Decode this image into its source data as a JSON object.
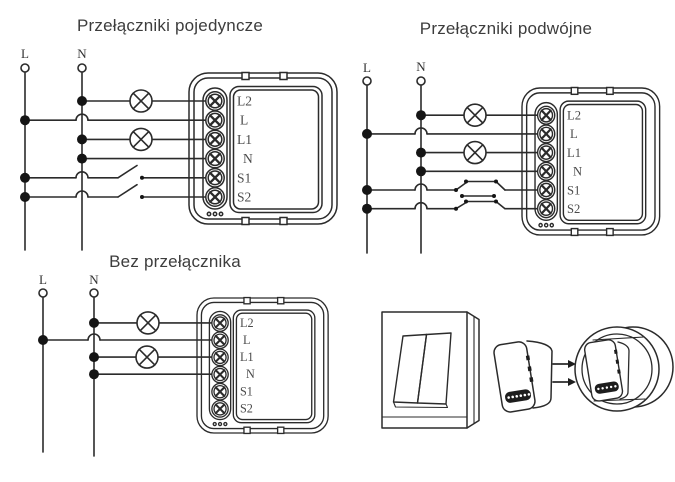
{
  "background": "#ffffff",
  "colors": {
    "line": "#2b2b2b",
    "junction_dot": "#151515",
    "title": "#3d3d3d",
    "terminal_label": "#4a4a4a",
    "bus_label": "#333333"
  },
  "diagrams": {
    "single_switches": {
      "title": "Przełączniki pojedyncze"
    },
    "double_switches": {
      "title": "Przełączniki podwójne"
    },
    "no_switch": {
      "title": "Bez przełącznika"
    }
  },
  "bus_labels": {
    "live": "L",
    "neutral": "N"
  },
  "module": {
    "terminals": [
      "L2",
      "L",
      "L1",
      "N",
      "S1",
      "S2"
    ]
  },
  "illustration": {
    "components": [
      "double-rocker-wall-switch",
      "relay-module-3d",
      "round-junction-box"
    ]
  }
}
